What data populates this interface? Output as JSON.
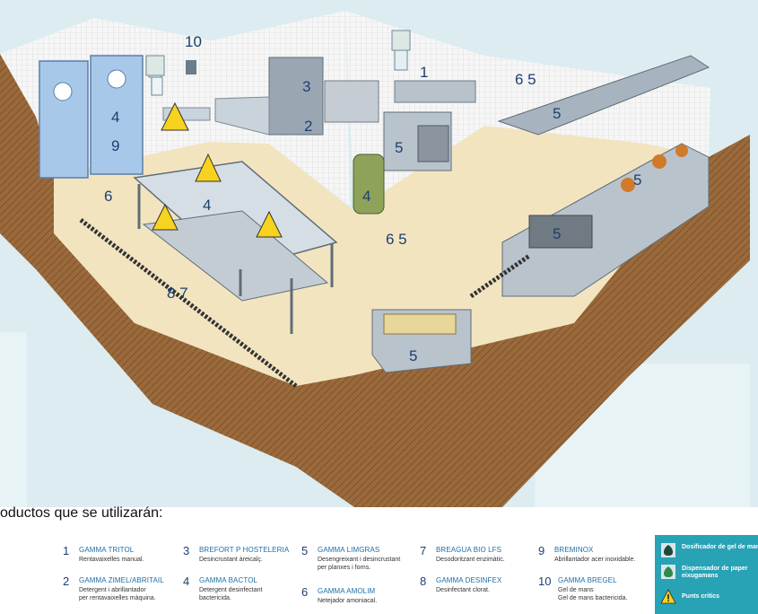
{
  "intro_text": "oductos que se utilizarán:",
  "room_labels": {
    "freezer_door": "4",
    "freezer_door_b": "9",
    "wall_left": "6",
    "handwash_top": "10",
    "dishwasher": "3",
    "dishwasher_b": "2",
    "sink_right": "1",
    "wall_right": "6 5",
    "hood": "5",
    "oven": "5",
    "bin": "4",
    "floor": "6 5",
    "table": "4",
    "drain": "8 7",
    "stove": "5",
    "burners": "5",
    "fryer": "5"
  },
  "legend": [
    {
      "num": "1",
      "name": "GAMMA TRITOL",
      "desc": [
        "Rentavaixelles manual."
      ]
    },
    {
      "num": "2",
      "name": "GAMMA ZIMEL/ABRITAIL",
      "desc": [
        "Detergent i abrillantador",
        "per rentavaixelles màquina."
      ]
    },
    {
      "num": "3",
      "name": "BREFORT P HOSTELERIA",
      "desc": [
        "Desincrustant àreicalç."
      ]
    },
    {
      "num": "4",
      "name": "GAMMA BACTOL",
      "desc": [
        "Detergent desinfectant",
        "bactericida."
      ]
    },
    {
      "num": "5",
      "name": "GAMMA LIMGRAS",
      "desc": [
        "Desengreixant i desincrustant",
        "per planxes i forns."
      ]
    },
    {
      "num": "6",
      "name": "GAMMA AMOLIM",
      "desc": [
        "Netejador amoniacal."
      ]
    },
    {
      "num": "7",
      "name": "BREAGUA BIO LFS",
      "desc": [
        "Desodoritzant enzimàtic."
      ]
    },
    {
      "num": "8",
      "name": "GAMMA DESINFEX",
      "desc": [
        "Desinfectant clorat."
      ]
    },
    {
      "num": "9",
      "name": "BREMINOX",
      "desc": [
        "Abrillantador acer inoxidable."
      ]
    },
    {
      "num": "10",
      "name": "GAMMA BREGEL",
      "desc": [
        "Gel de mans",
        "Gel de mans bactericida."
      ]
    }
  ],
  "key": [
    {
      "icon": "gel-dispenser-icon",
      "text": [
        "Dosificador de gel de mans"
      ]
    },
    {
      "icon": "paper-dispenser-icon",
      "text": [
        "Dispensador de paper",
        "eixugamans"
      ]
    },
    {
      "icon": "warning-icon",
      "text": [
        "Punts crítics"
      ]
    }
  ],
  "colors": {
    "background": "#dcecf0",
    "floor": "#f3e4c0",
    "wall": "#f4f4f4",
    "earth": "#9b6a3c",
    "steel": "#b9c3cc",
    "label": "#1c3f70",
    "legend_name": "#1c6fa8",
    "key_box": "#28a2b5",
    "warning": "#f7d21e"
  }
}
